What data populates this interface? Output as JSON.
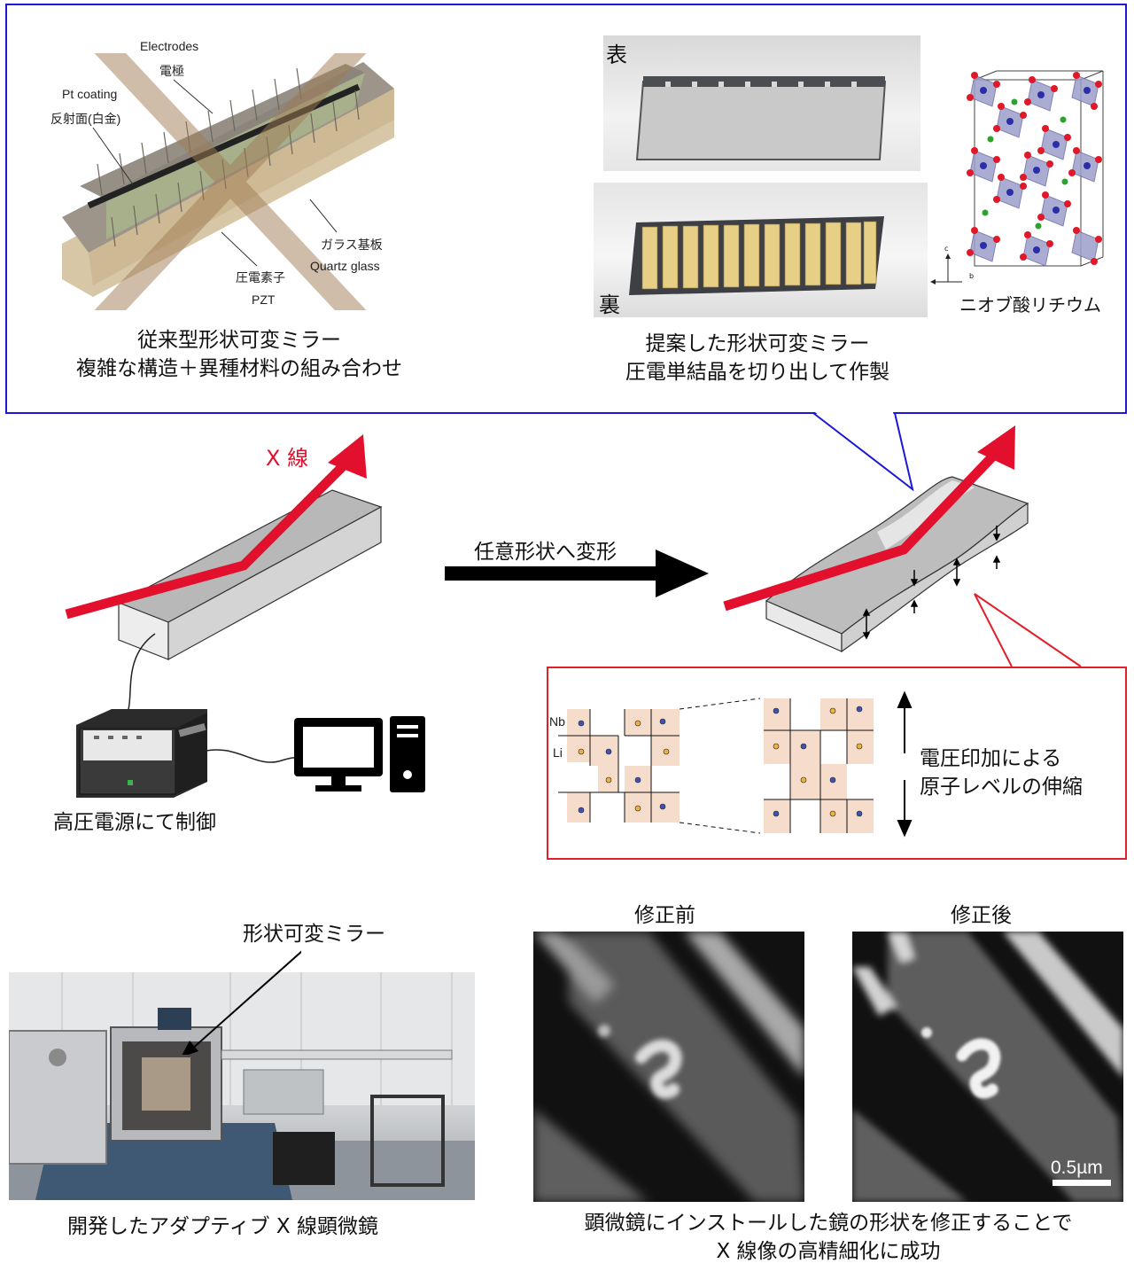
{
  "top": {
    "conventional": {
      "labels": {
        "electrodes_en": "Electrodes",
        "electrodes_ja": "電極",
        "pt_en": "Pt coating",
        "pt_ja": "反射面(白金)",
        "glass_ja": "ガラス基板",
        "glass_en": "Quartz glass",
        "pzt_ja": "圧電素子",
        "pzt_en": "PZT"
      },
      "caption_line1": "従来型形状可変ミラー",
      "caption_line2": "複雑な構造＋異種材料の組み合わせ"
    },
    "proposed": {
      "front_label": "表",
      "back_label": "裏",
      "crystal_label": "ニオブ酸リチウム",
      "axis_c": "c",
      "axis_b": "b",
      "caption_line1": "提案した形状可変ミラー",
      "caption_line2": "圧電単結晶を切り出して作製"
    }
  },
  "middle": {
    "xray_label": "X 線",
    "deform_label": "任意形状へ変形",
    "control_caption": "高圧電源にて制御",
    "lattice": {
      "nb_label": "Nb",
      "li_label": "Li",
      "caption_line1": "電圧印加による",
      "caption_line2": "原子レベルの伸縮"
    }
  },
  "bottom": {
    "mirror_pointer_label": "形状可変ミラー",
    "microscope_caption": "開発したアダプティブ X 線顕微鏡",
    "before_label": "修正前",
    "after_label": "修正後",
    "scale_label": "0.5µm",
    "result_caption_line1": "顕微鏡にインストールした鏡の形状を修正することで",
    "result_caption_line2": "X 線像の高精細化に成功"
  },
  "colors": {
    "blue_frame": "#1a1ad6",
    "red_frame": "#e0202a",
    "xray_red": "#e3102d",
    "cell_fill": "#f6dccb",
    "nb_atom": "#3d53b8",
    "li_atom": "#f0b23a"
  }
}
